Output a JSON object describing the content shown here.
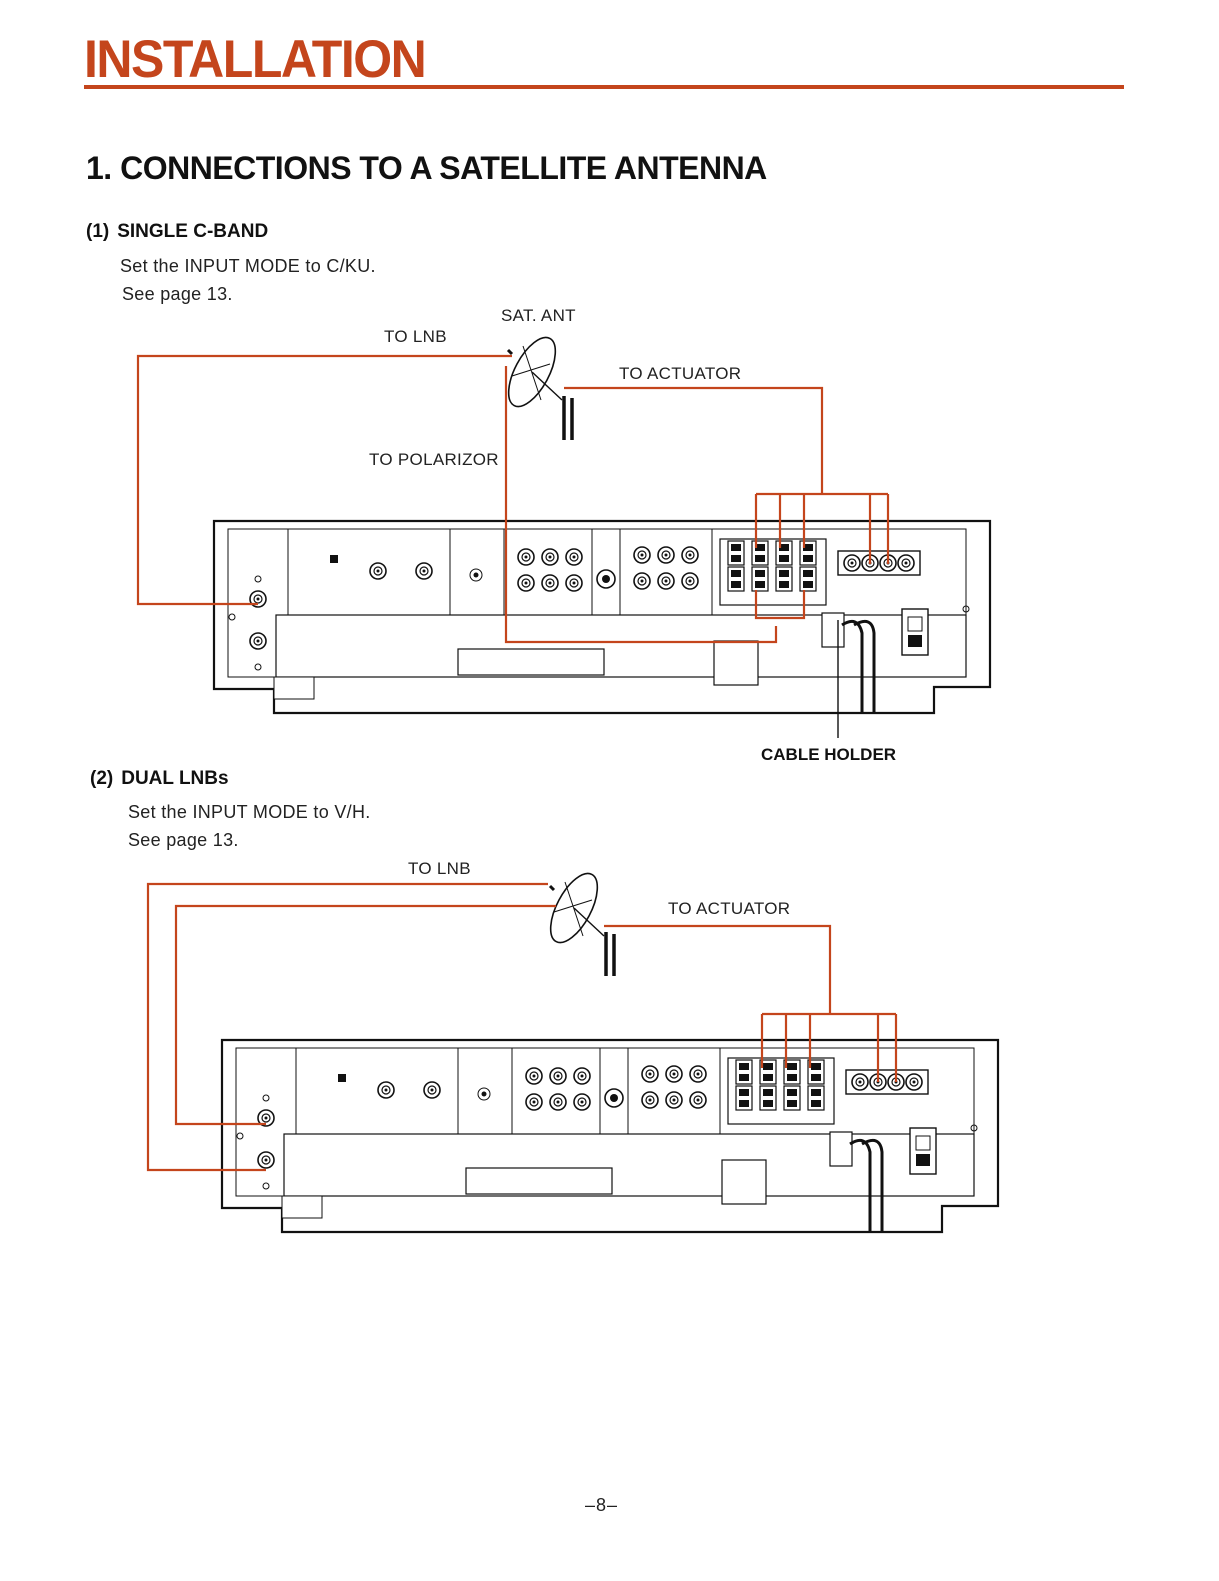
{
  "page": {
    "heading": "INSTALLATION",
    "section_title": "1. CONNECTIONS TO A SATELLITE ANTENNA",
    "page_number": "–8–"
  },
  "colors": {
    "accent": "#c4451c",
    "text": "#111111"
  },
  "single_cband": {
    "number": "(1)",
    "title": "SINGLE C-BAND",
    "line1": "Set the INPUT MODE to C/KU.",
    "line2": "See page 13.",
    "labels": {
      "sat_ant": "SAT. ANT",
      "to_lnb": "TO LNB",
      "to_actuator": "TO ACTUATOR",
      "to_polarizor": "TO POLARIZOR",
      "cable_holder": "CABLE HOLDER"
    }
  },
  "dual_lnbs": {
    "number": "(2)",
    "title": "DUAL LNBs",
    "line1": "Set the INPUT MODE to V/H.",
    "line2": "See page 13.",
    "labels": {
      "to_lnb": "TO LNB",
      "to_actuator": "TO ACTUATOR"
    }
  },
  "icons": [
    "satellite-dish-icon",
    "receiver-rear-panel"
  ]
}
